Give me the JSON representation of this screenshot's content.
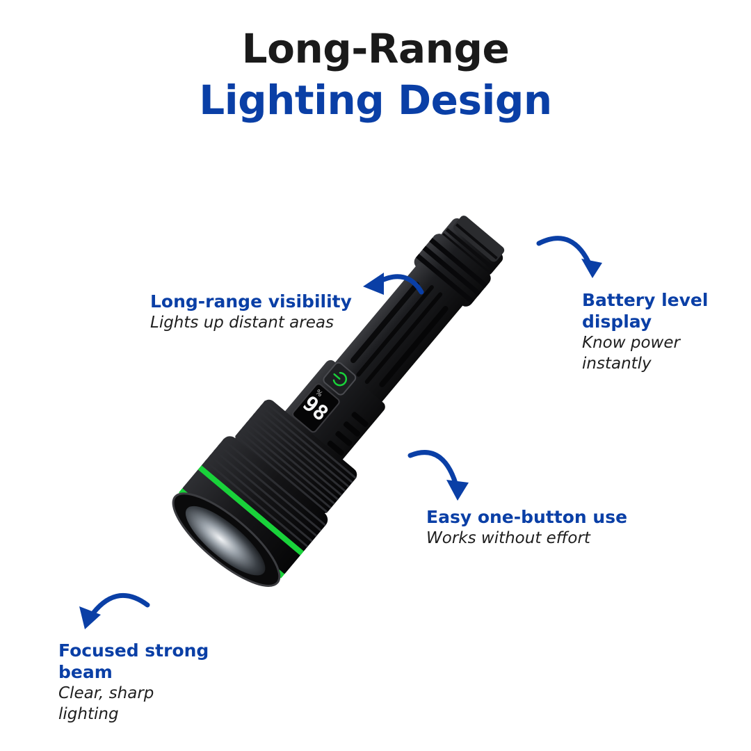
{
  "heading": {
    "line1": "Long-Range",
    "line2": "Lighting Design"
  },
  "colors": {
    "heading_dark": "#1a1a1a",
    "accent_blue": "#0a3fa6",
    "ring_green": "#19d23a",
    "body_black": "#141416"
  },
  "display": {
    "battery_level": "98",
    "percent_sign": "%"
  },
  "features": [
    {
      "title": "Long-range visibility",
      "desc": "Lights up distant areas"
    },
    {
      "title_lines": [
        "Battery level",
        "display"
      ],
      "desc_lines": [
        "Know power",
        "instantly"
      ]
    },
    {
      "title": "Easy one-button use",
      "desc": "Works without effort"
    },
    {
      "title_lines": [
        "Focused strong",
        "beam"
      ],
      "desc_lines": [
        "Clear, sharp",
        "lighting"
      ]
    }
  ],
  "icons": [
    "power-icon",
    "curved-arrow-icon"
  ]
}
